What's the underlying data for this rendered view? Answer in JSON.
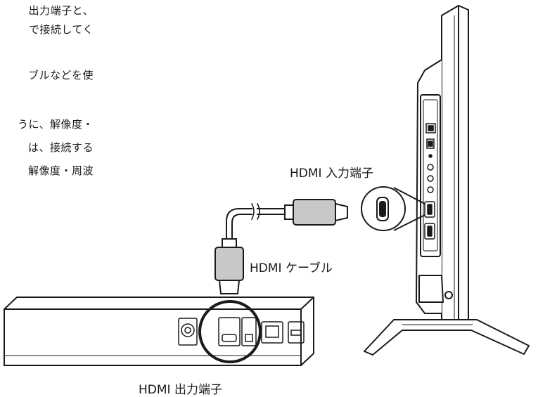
{
  "instructions_text": [
    "出力端子と、",
    "で接続してく",
    "ブルなどを使",
    "うに、解像度・",
    "は、接続する",
    "解像度・周波"
  ],
  "labels": {
    "hdmi_input": "HDMI 入力端子",
    "hdmi_cable": "HDMI ケーブル",
    "hdmi_output": "HDMI 出力端子"
  },
  "colors": {
    "line": "#1a1a1a",
    "connector_fill": "#c8c8c8",
    "background": "#ffffff"
  }
}
